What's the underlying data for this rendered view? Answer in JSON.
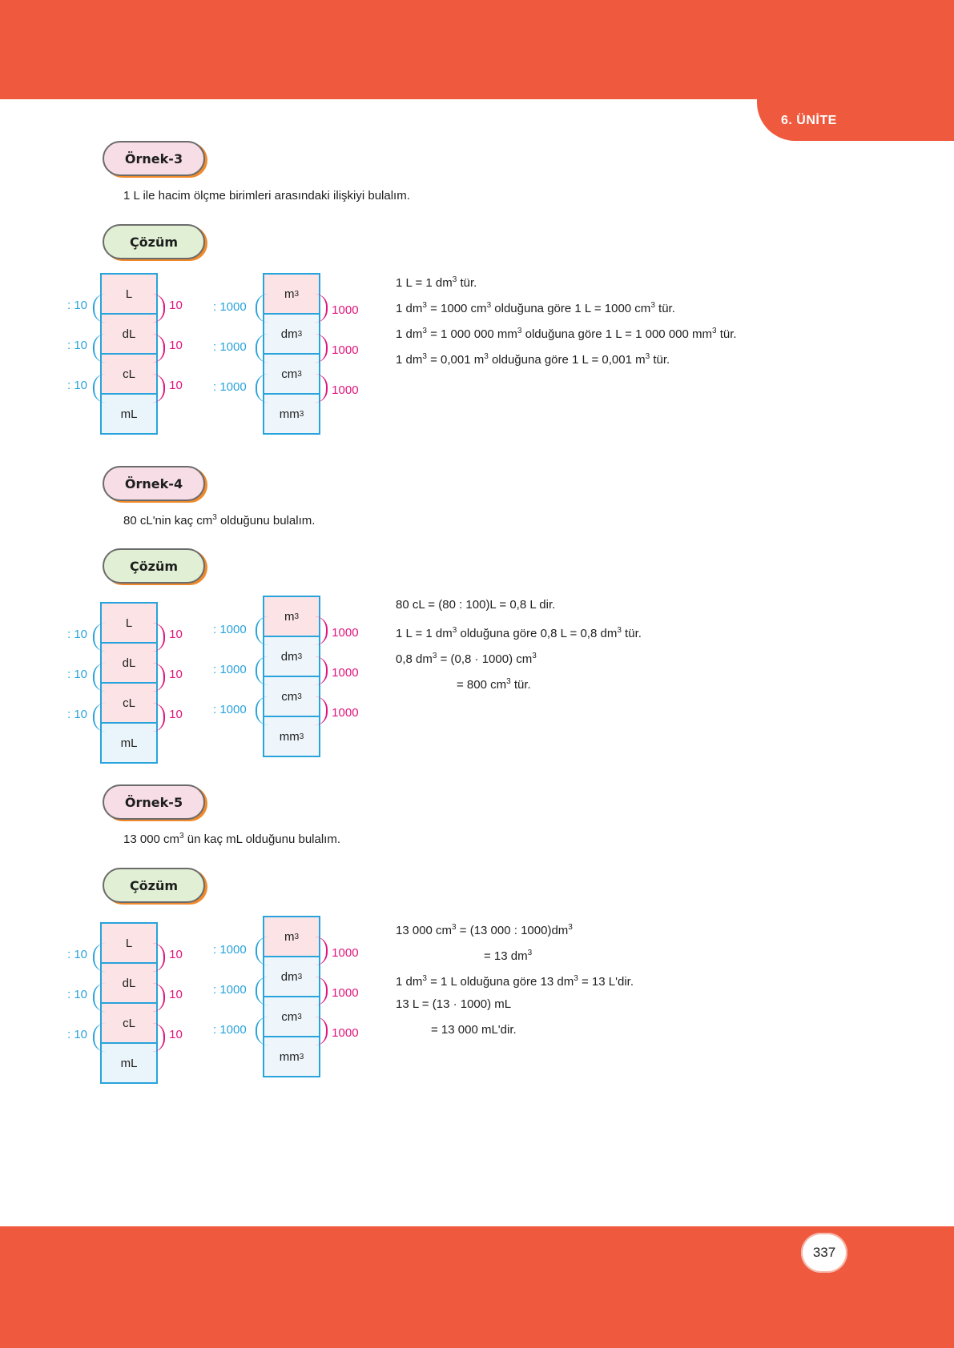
{
  "header": {
    "unit_label": "6. ÜNİTE"
  },
  "footer": {
    "page_number": "337"
  },
  "colors": {
    "band": "#ef5a3f",
    "blue": "#29a3dc",
    "magenta": "#e2137b"
  },
  "labels": {
    "ornek3": "Örnek-3",
    "ornek4": "Örnek-4",
    "ornek5": "Örnek-5",
    "cozum": "Çözüm"
  },
  "problems": {
    "p3": "1 L ile hacim ölçme birimleri arasındaki ilişkiyi bulalım.",
    "p4_a": "80 cL'nin kaç cm",
    "p4_b": " olduğunu bulalım.",
    "p5_a": "13 000 cm",
    "p5_b": " ün kaç mL olduğunu bulalım."
  },
  "ladder": {
    "liquid_units": [
      "L",
      "dL",
      "cL",
      "mL"
    ],
    "volume_units": [
      "m",
      "dm",
      "cm",
      "mm"
    ],
    "sup3": "3",
    "div10": ": 10",
    "mul10": "· 10",
    "div1000": ": 1000",
    "mul1000": "· 1000"
  },
  "solutions": {
    "s3": [
      [
        "1 L = 1 dm",
        " tür."
      ],
      [
        "1 dm",
        " = 1000 cm",
        " olduğuna göre 1 L = 1000 cm",
        " tür."
      ],
      [
        "1 dm",
        " = 1 000 000 mm",
        " olduğuna göre 1 L = 1 000 000 mm",
        " tür."
      ],
      [
        "1 dm",
        " = 0,001 m",
        " olduğuna göre 1 L = 0,001 m",
        " tür."
      ]
    ],
    "s4": [
      [
        "80 cL = (80 : 100)L = 0,8 L dir."
      ],
      [
        "1 L = 1 dm",
        " olduğuna göre 0,8 L = 0,8 dm",
        " tür."
      ],
      [
        "0,8 dm",
        " = (0,8 · 1000) cm"
      ],
      [
        "= 800 cm",
        " tür."
      ]
    ],
    "s5": [
      [
        "13 000  cm",
        " = (13 000 : 1000)dm"
      ],
      [
        "= 13 dm"
      ],
      [
        "1 dm",
        " = 1 L olduğuna göre 13 dm",
        " = 13 L'dir."
      ],
      [
        "13 L = (13 · 1000) mL"
      ],
      [
        "= 13 000 mL'dir."
      ]
    ]
  }
}
